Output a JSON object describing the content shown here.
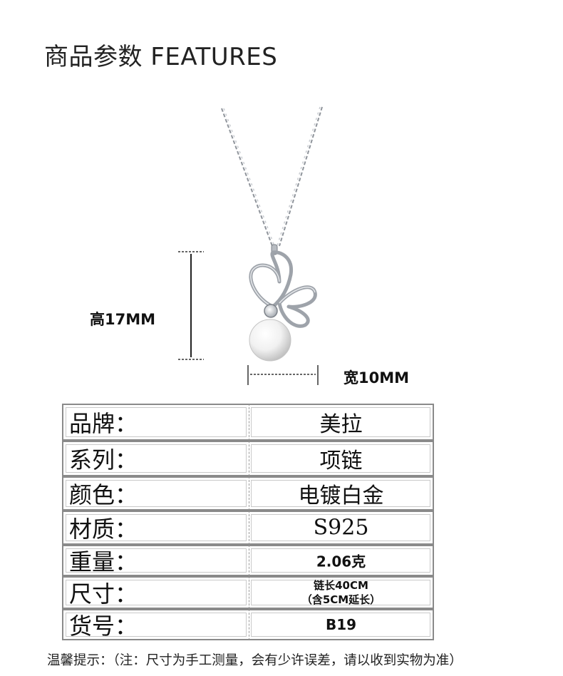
{
  "header": {
    "title": "商品参数 FEATURES"
  },
  "dimensions": {
    "height_label": "高17MM",
    "width_label": "宽10MM"
  },
  "specs": [
    {
      "label": "品牌：",
      "value": "美拉"
    },
    {
      "label": "系列：",
      "value": "项链"
    },
    {
      "label": "颜色：",
      "value": "电镀白金"
    },
    {
      "label": "材质：",
      "value": "S925"
    },
    {
      "label": "重量：",
      "value": "2.06克"
    },
    {
      "label": "尺寸：",
      "value_line1": "链长40CM",
      "value_line2": "（含5CM延长）"
    },
    {
      "label": "货号：",
      "value": "B19"
    }
  ],
  "footer": {
    "note": "温馨提示：（注：尺寸为手工测量，会有少许误差，请以收到实物为准）"
  },
  "colors": {
    "table_border": "#8a8a8a",
    "text": "#111111",
    "metal": "#b8bcc2"
  }
}
